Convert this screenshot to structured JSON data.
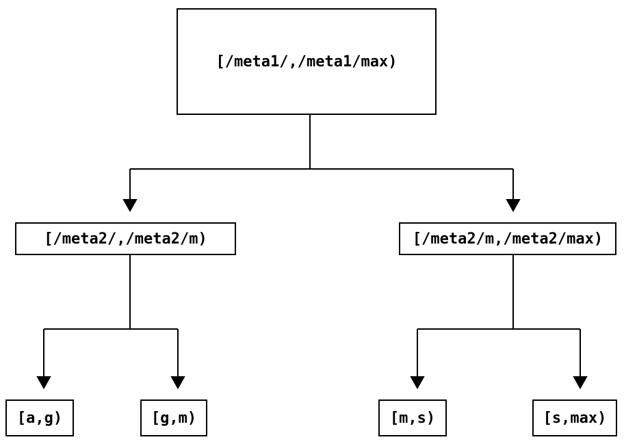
{
  "diagram": {
    "type": "tree",
    "nodes": {
      "root": {
        "label": "[/meta1/,/meta1/max)"
      },
      "meta2_low": {
        "label": "[/meta2/,/meta2/m)"
      },
      "meta2_high": {
        "label": "[/meta2/m,/meta2/max)"
      },
      "leaf_ag": {
        "label": "[a,g)"
      },
      "leaf_gm": {
        "label": "[g,m)"
      },
      "leaf_ms": {
        "label": "[m,s)"
      },
      "leaf_smax": {
        "label": "[s,max)"
      }
    },
    "edges": [
      {
        "from": "root",
        "to": "meta2_low"
      },
      {
        "from": "root",
        "to": "meta2_high"
      },
      {
        "from": "meta2_low",
        "to": "leaf_ag"
      },
      {
        "from": "meta2_low",
        "to": "leaf_gm"
      },
      {
        "from": "meta2_high",
        "to": "leaf_ms"
      },
      {
        "from": "meta2_high",
        "to": "leaf_smax"
      }
    ],
    "colors": {
      "background": "#ffffff",
      "line": "#000000",
      "box_border": "#000000",
      "text": "#000000"
    }
  }
}
